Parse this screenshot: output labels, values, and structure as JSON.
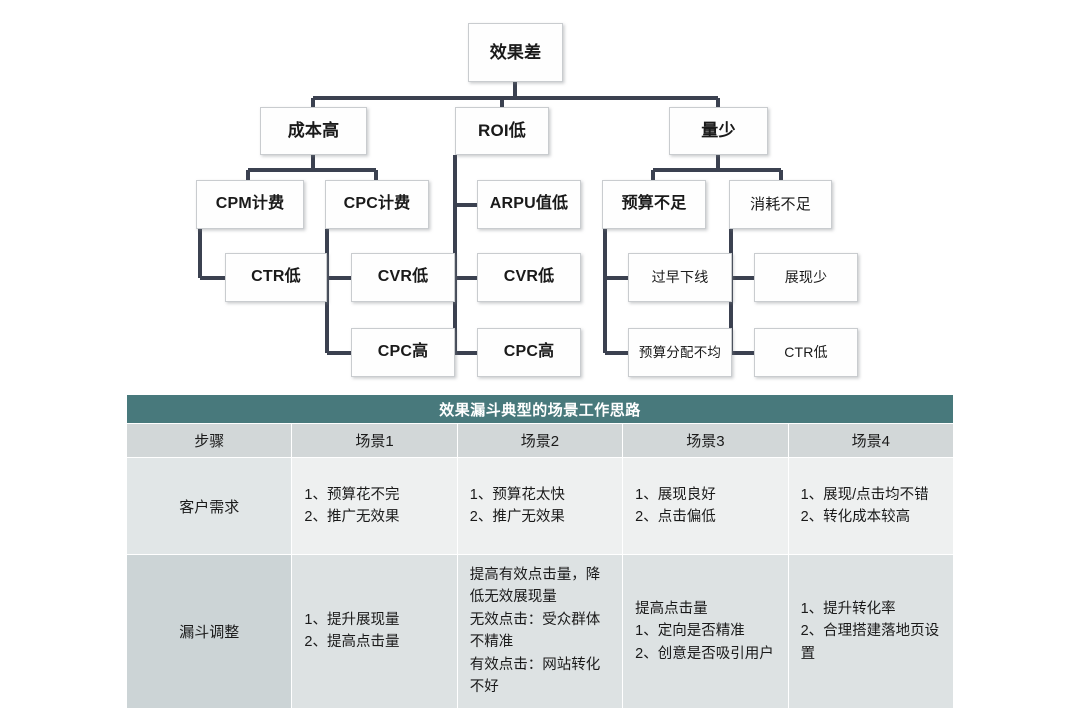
{
  "colors": {
    "connector": "#3b4150",
    "node_border": "#c9cccf",
    "node_fill": "#fefefe",
    "table_title_bg": "#48797c",
    "table_head_bg": "#d2d7d8",
    "row1_step_bg": "#e1e6e7",
    "row1_cell_bg": "#eef0f0",
    "row2_step_bg": "#ccd4d6",
    "row2_cell_bg": "#dde2e3"
  },
  "tree": {
    "root": {
      "label": "效果差"
    },
    "level2": [
      {
        "label": "成本高"
      },
      {
        "label": "ROI低"
      },
      {
        "label": "量少"
      }
    ],
    "level3": [
      {
        "label": "CPM计费"
      },
      {
        "label": "CPC计费"
      },
      {
        "label": "ARPU值低"
      },
      {
        "label": "预算不足"
      },
      {
        "label": "消耗不足"
      }
    ],
    "level4": [
      {
        "label": "CTR低"
      },
      {
        "label": "CVR低"
      },
      {
        "label": "CPC高"
      },
      {
        "label": "CVR低"
      },
      {
        "label": "CPC高"
      },
      {
        "label": "过早下线"
      },
      {
        "label": "预算分配不均"
      },
      {
        "label": "展现少"
      },
      {
        "label": "CTR低"
      }
    ]
  },
  "table": {
    "title": "效果漏斗典型的场景工作思路",
    "columns": [
      "步骤",
      "场景1",
      "场景2",
      "场景3",
      "场景4"
    ],
    "rows": [
      {
        "step": "客户需求",
        "cells": [
          [
            "1、预算花不完",
            "2、推广无效果"
          ],
          [
            "1、预算花太快",
            "2、推广无效果"
          ],
          [
            "1、展现良好",
            "2、点击偏低"
          ],
          [
            "1、展现/点击均不错",
            "2、转化成本较高"
          ]
        ]
      },
      {
        "step": "漏斗调整",
        "cells": [
          [
            "1、提升展现量",
            "2、提高点击量"
          ],
          [
            "提高有效点击量，降低无效展现量",
            "无效点击：受众群体不精准",
            "有效点击：网站转化不好"
          ],
          [
            "提高点击量",
            "1、定向是否精准",
            "2、创意是否吸引用户"
          ],
          [
            "1、提升转化率",
            "2、合理搭建落地页设置"
          ]
        ]
      }
    ]
  }
}
